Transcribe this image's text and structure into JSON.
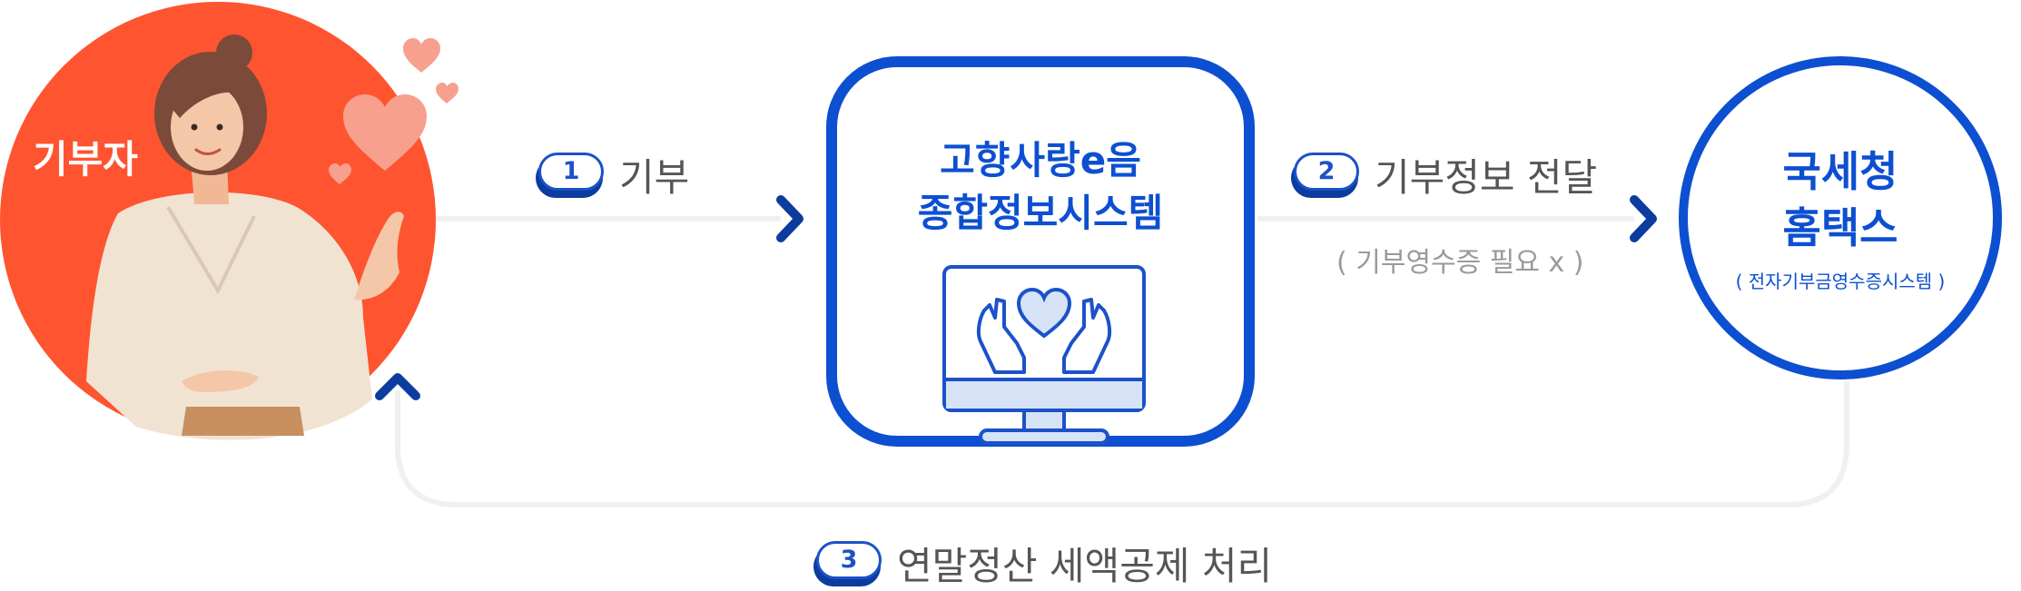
{
  "donor": {
    "label": "기부자"
  },
  "center": {
    "title_line1": "고향사랑e음",
    "title_line2": "종합정보시스템"
  },
  "nts": {
    "title_line1": "국세청",
    "title_line2": "홈택스",
    "subtitle": "( 전자기부금영수증시스템 )"
  },
  "steps": [
    {
      "number": "1",
      "text": "기부"
    },
    {
      "number": "2",
      "text": "기부정보 전달",
      "note": "( 기부영수증 필요 x )"
    },
    {
      "number": "3",
      "text": "연말정산 세액공제 처리"
    }
  ],
  "colors": {
    "primary": "#0d4fd1",
    "donor_circle": "#fe5430",
    "line": "#f0f0f0",
    "arrow": "#0b3c9e"
  }
}
